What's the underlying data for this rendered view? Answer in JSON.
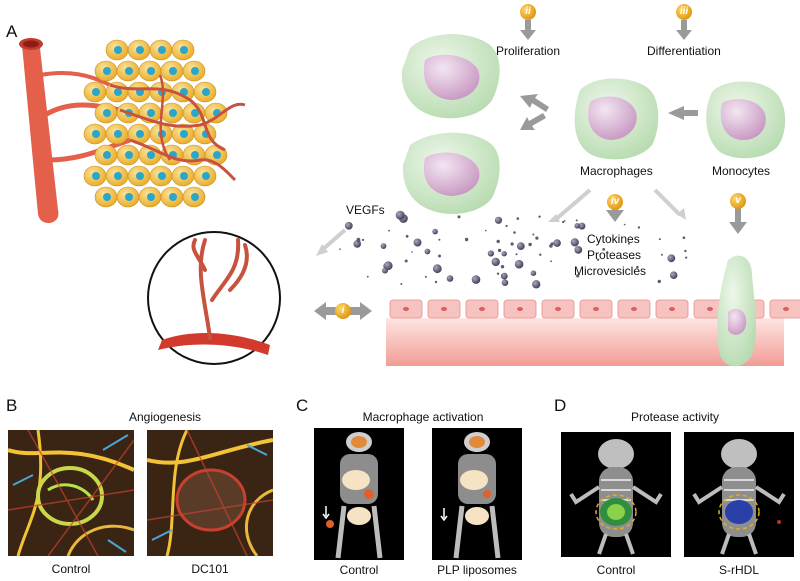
{
  "panel_a": {
    "letter": "A",
    "labels": {
      "proliferation": "Proliferation",
      "differentiation": "Differentiation",
      "macrophages": "Macrophages",
      "monocytes": "Monocytes",
      "vegfs": "VEGFs",
      "cytokines": "Cytokines",
      "proteases": "Proteases",
      "microvesicles": "Microvesicles"
    },
    "badges": {
      "i": "i",
      "ii": "ii",
      "iii": "iii",
      "iv": "iv",
      "v": "v"
    }
  },
  "panel_b": {
    "letter": "B",
    "title": "Angiogenesis",
    "captions": [
      "Control",
      "DC101"
    ]
  },
  "panel_c": {
    "letter": "C",
    "title": "Macrophage activation",
    "captions": [
      "Control",
      "PLP liposomes"
    ]
  },
  "panel_d": {
    "letter": "D",
    "title": "Protease activity",
    "captions": [
      "Control",
      "S-rHDL"
    ]
  },
  "colors": {
    "vessel": "#e4604a",
    "tumor_cell": "#f2c13a",
    "nucleus": "#2aa6c8",
    "macrophage": "#cfe8c9",
    "macrophage_nucleus": "#dcb8d6",
    "endothelium": "#f7c3c0",
    "particle": "#5d5b72",
    "arrow_gray": "#9a9a9a",
    "badge": "#f0a51e"
  }
}
